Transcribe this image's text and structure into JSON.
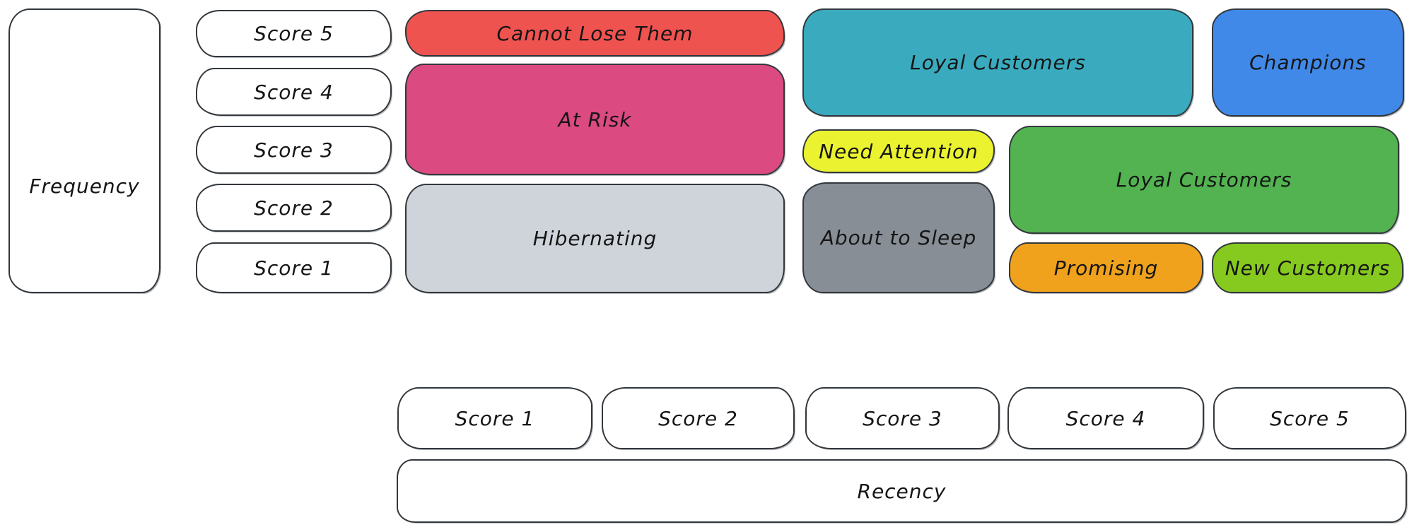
{
  "frequency_axis": {
    "label": "Frequency",
    "scores": [
      "Score 5",
      "Score 4",
      "Score 3",
      "Score 2",
      "Score 1"
    ]
  },
  "recency_axis": {
    "label": "Recency",
    "scores": [
      "Score 1",
      "Score 2",
      "Score 3",
      "Score 4",
      "Score 5"
    ]
  },
  "segments": {
    "cannot_lose_them": {
      "label": "Cannot Lose Them",
      "color": "#ef5350"
    },
    "at_risk": {
      "label": "At Risk",
      "color": "#dc4a82"
    },
    "hibernating": {
      "label": "Hibernating",
      "color": "#ced4da"
    },
    "loyal_customers_top": {
      "label": "Loyal Customers",
      "color": "#3aabbf"
    },
    "champions": {
      "label": "Champions",
      "color": "#4089e8"
    },
    "need_attention": {
      "label": "Need Attention",
      "color": "#ebf230"
    },
    "about_to_sleep": {
      "label": "About to Sleep",
      "color": "#878e95"
    },
    "loyal_customers_right": {
      "label": "Loyal Customers",
      "color": "#52b350"
    },
    "promising": {
      "label": "Promising",
      "color": "#f0a21d"
    },
    "new_customers": {
      "label": "New Customers",
      "color": "#87ca1f"
    }
  },
  "colors": {
    "stroke": "#33383d",
    "background": "#ffffff",
    "text": "#151515"
  }
}
